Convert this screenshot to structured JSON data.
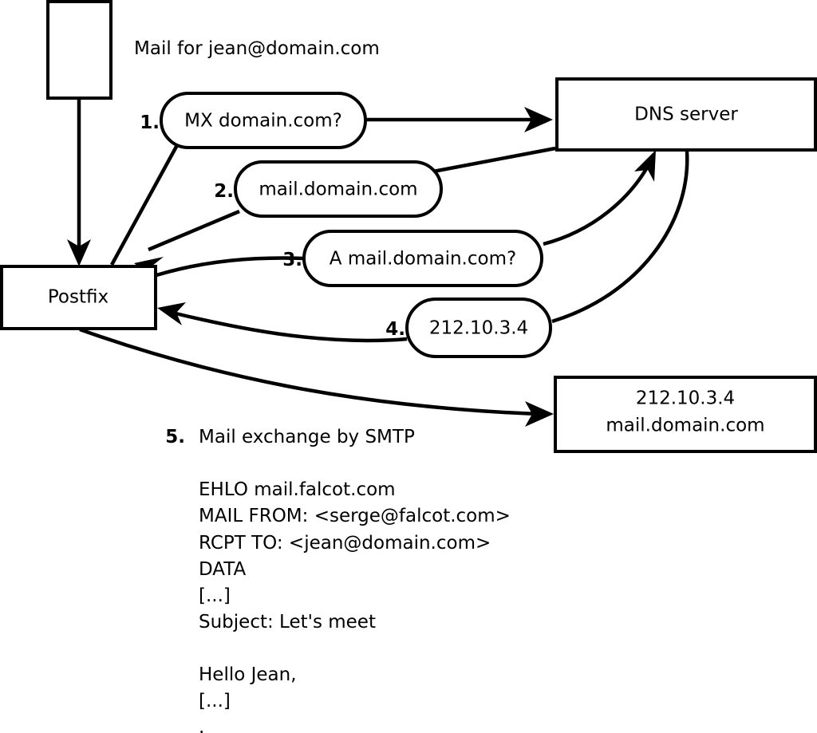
{
  "diagram": {
    "title_caption": "Mail for jean@domain.com",
    "nodes": {
      "source_box": {
        "label": ""
      },
      "postfix": {
        "label": "Postfix"
      },
      "dns_server": {
        "label": "DNS server"
      },
      "mail_server": {
        "line1": "212.10.3.4",
        "line2": "mail.domain.com"
      }
    },
    "steps": [
      {
        "number": "1.",
        "label": "MX domain.com?"
      },
      {
        "number": "2.",
        "label": "mail.domain.com"
      },
      {
        "number": "3.",
        "label": "A mail.domain.com?"
      },
      {
        "number": "4.",
        "label": "212.10.3.4"
      },
      {
        "number": "5.",
        "label": "Mail exchange by SMTP"
      }
    ],
    "transcript": [
      "EHLO mail.falcot.com",
      "MAIL FROM: <serge@falcot.com>",
      "RCPT TO: <jean@domain.com>",
      "DATA",
      "[...]",
      "Subject: Let's meet",
      "",
      "Hello Jean,",
      "[...]",
      "."
    ],
    "colors": {
      "stroke": "#000000",
      "fill": "#ffffff",
      "background": "#ffffff"
    }
  }
}
